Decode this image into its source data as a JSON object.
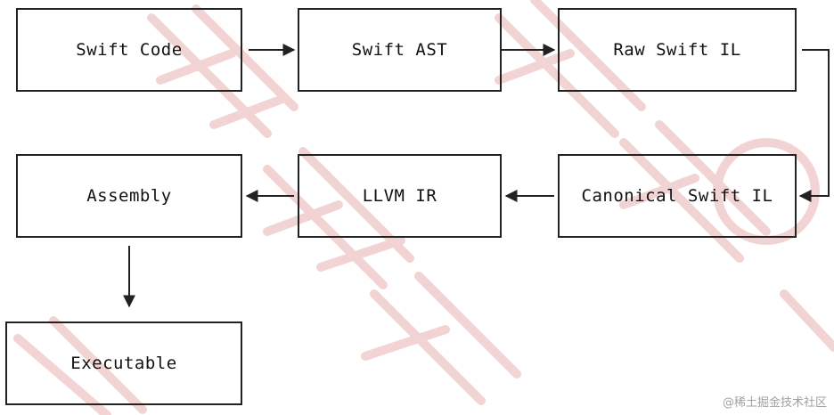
{
  "diagram": {
    "nodes": {
      "swift_code": "Swift Code",
      "swift_ast": "Swift AST",
      "raw_swift_il": "Raw Swift IL",
      "canonical_swift_il": "Canonical Swift IL",
      "llvm_ir": "LLVM IR",
      "assembly": "Assembly",
      "executable": "Executable"
    },
    "colors": {
      "stroke": "#222222",
      "watermark": "#e6a3a3"
    }
  },
  "credit": "@稀土掘金技术社区"
}
